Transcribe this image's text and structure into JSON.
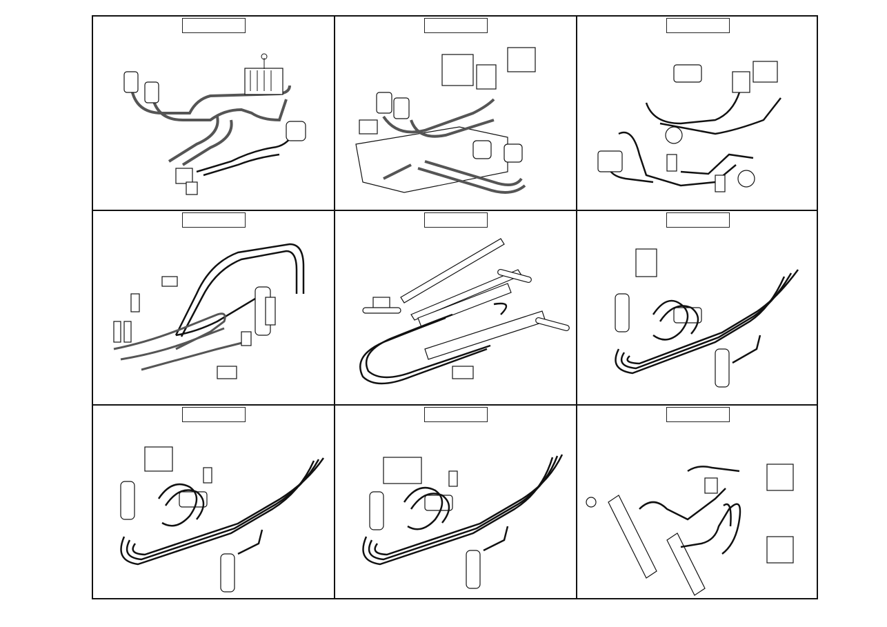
{
  "sheet": {
    "panels": [
      {
        "id": "p1",
        "title": ""
      },
      {
        "id": "p2",
        "title": ""
      },
      {
        "id": "p3",
        "title": ""
      },
      {
        "id": "p4",
        "title": ""
      },
      {
        "id": "p5",
        "title": ""
      },
      {
        "id": "p6",
        "title": ""
      },
      {
        "id": "p7",
        "title": ""
      },
      {
        "id": "p8",
        "title": ""
      },
      {
        "id": "p9",
        "title": ""
      }
    ]
  },
  "colors": {
    "line": "#111111",
    "hose_gray": "#555555",
    "background": "#ffffff"
  }
}
